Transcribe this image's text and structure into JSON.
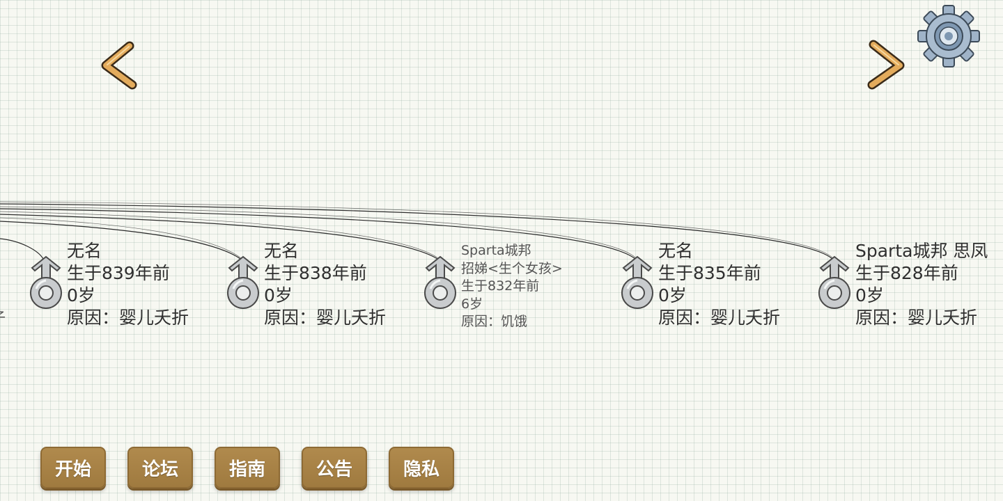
{
  "navigation": {
    "prev_icon": "chevron-left-icon",
    "next_icon": "chevron-right-icon",
    "settings_icon": "gear-icon"
  },
  "edge_fragment": "子",
  "people": [
    {
      "gender": "male",
      "name": "无名",
      "born": "生于839年前",
      "age": "0岁",
      "cause": "原因：婴儿夭折"
    },
    {
      "gender": "male",
      "name": "无名",
      "born": "生于838年前",
      "age": "0岁",
      "cause": "原因：婴儿夭折"
    },
    {
      "gender": "male",
      "name": "Sparta城邦",
      "title": "招娣<生个女孩>",
      "born": "生于832年前",
      "age": "6岁",
      "cause": "原因：饥饿"
    },
    {
      "gender": "male",
      "name": "无名",
      "born": "生于835年前",
      "age": "0岁",
      "cause": "原因：婴儿夭折"
    },
    {
      "gender": "male",
      "name": "Sparta城邦 思凤",
      "born": "生于828年前",
      "age": "0岁",
      "cause": "原因：婴儿夭折"
    }
  ],
  "menu": {
    "start": "开始",
    "forum": "论坛",
    "guide": "指南",
    "notice": "公告",
    "privacy": "隐私"
  },
  "colors": {
    "button": "#a8844a",
    "arrow": "#e0a95a",
    "background": "#f7f8f2"
  }
}
